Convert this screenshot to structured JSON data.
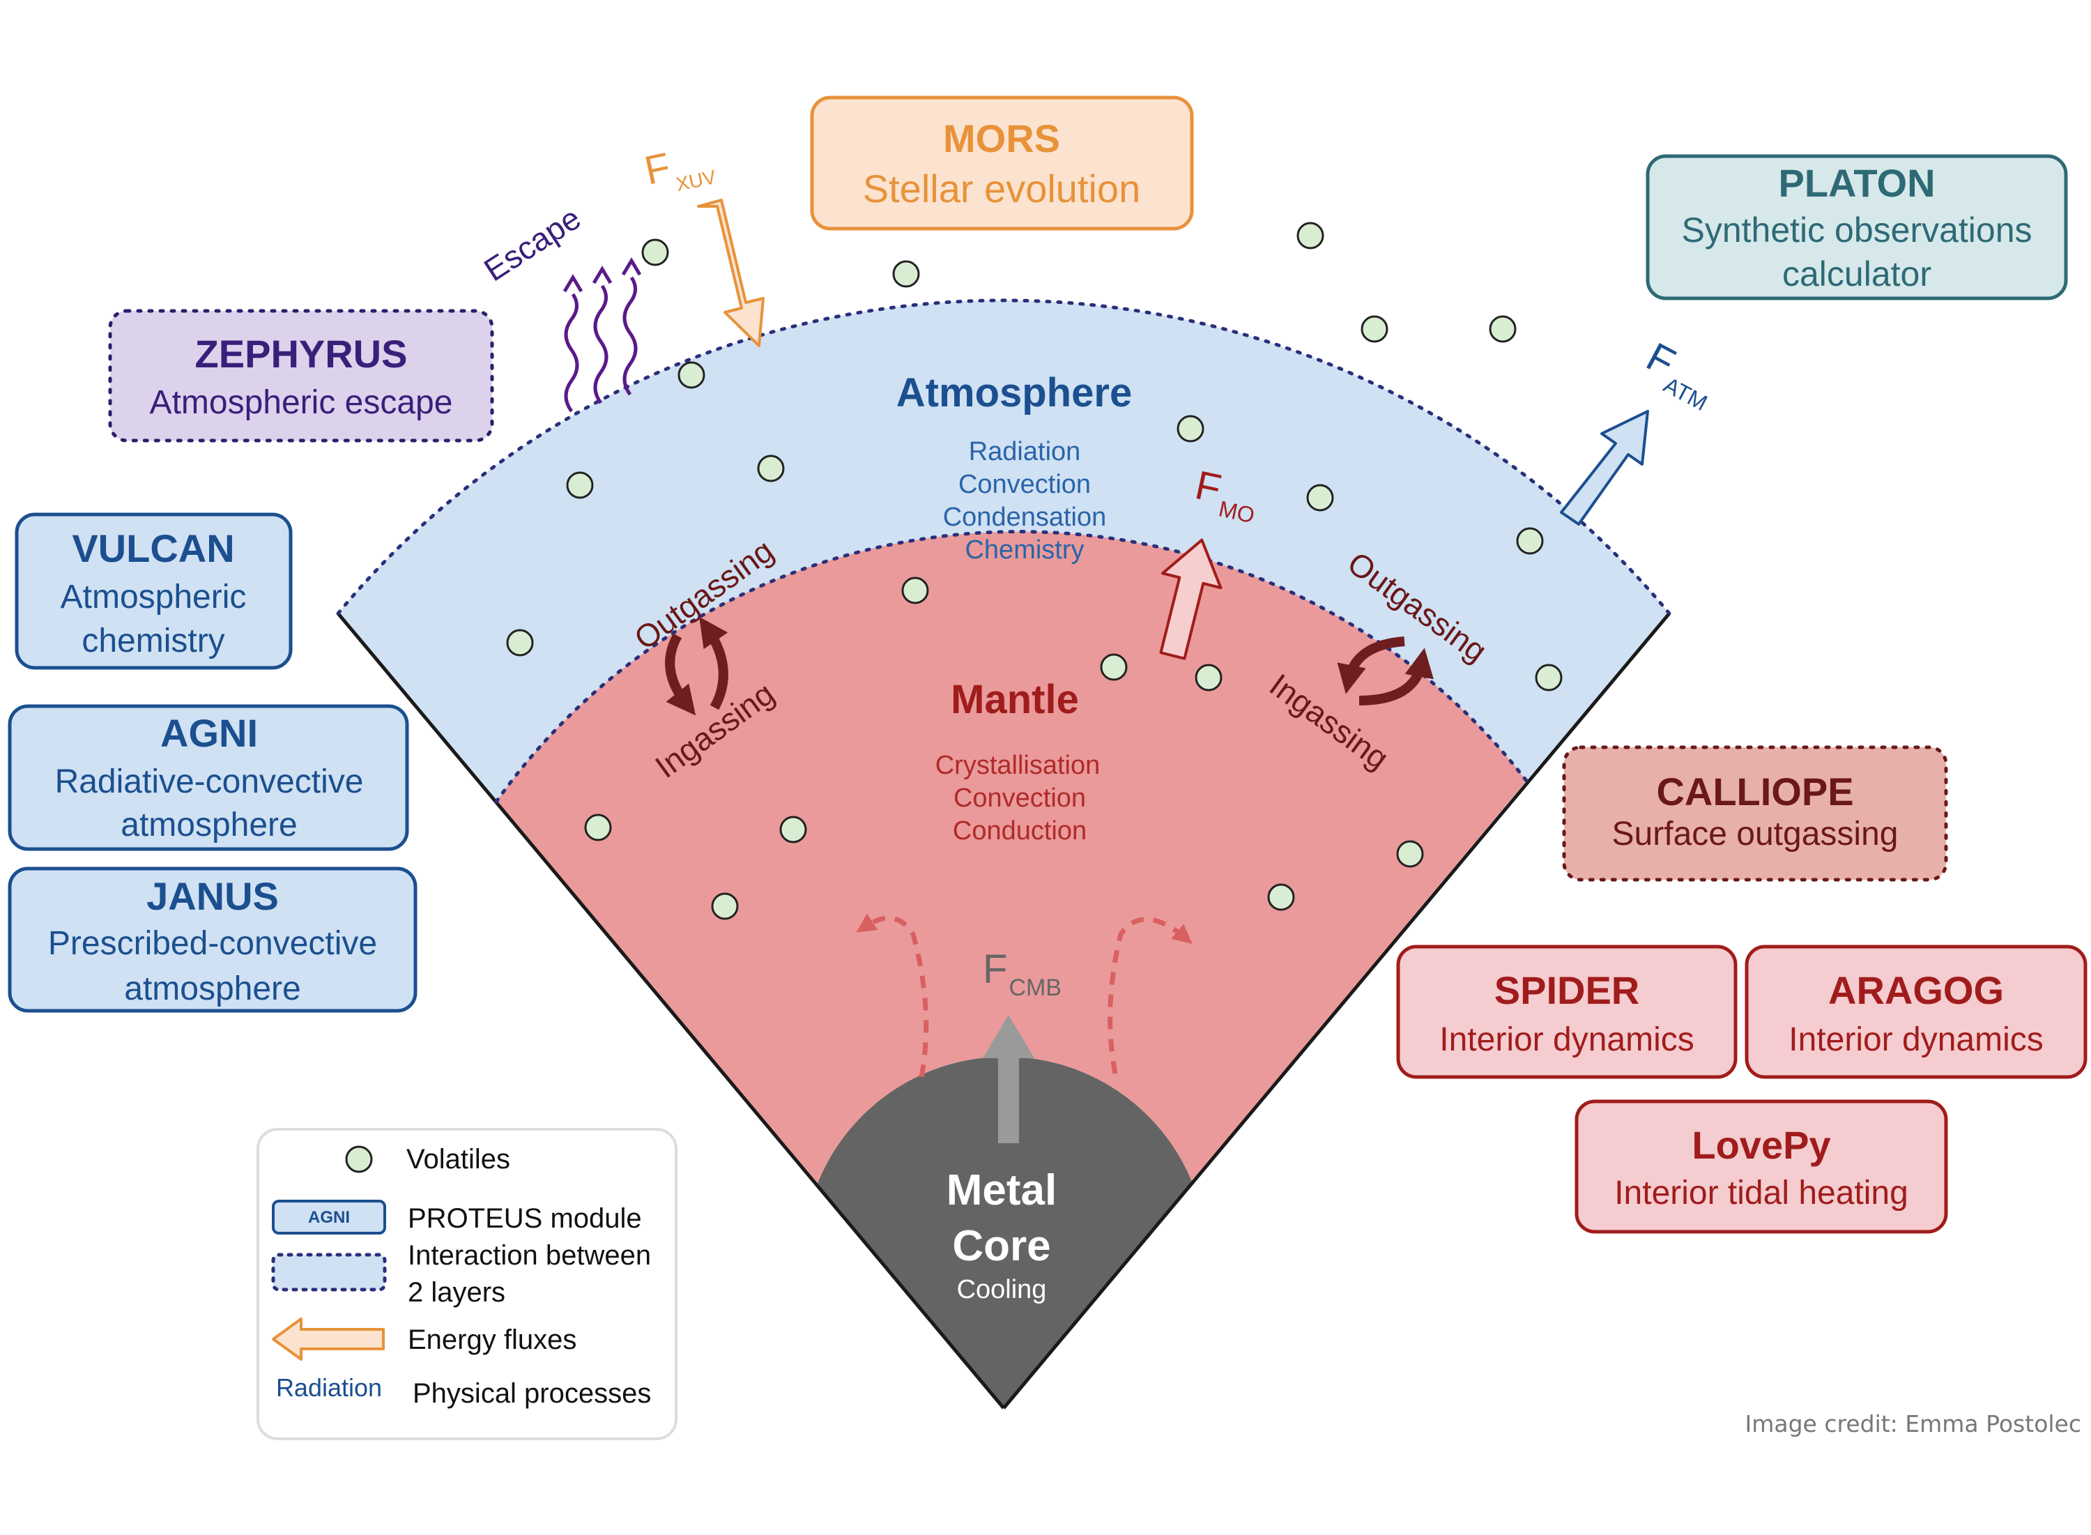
{
  "layers": {
    "atmosphere": {
      "title": "Atmosphere",
      "processes": [
        "Radiation",
        "Convection",
        "Condensation",
        "Chemistry"
      ]
    },
    "mantle": {
      "title": "Mantle",
      "processes": [
        "Crystallisation",
        "Convection",
        "Conduction"
      ]
    },
    "core": {
      "title_line1": "Metal",
      "title_line2": "Core",
      "process": "Cooling"
    }
  },
  "fluxes": {
    "xuv": {
      "main": "F",
      "sub": "XUV"
    },
    "mo": {
      "main": "F",
      "sub": "MO"
    },
    "atm": {
      "main": "F",
      "sub": "ATM"
    },
    "cmb": {
      "main": "F",
      "sub": "CMB"
    }
  },
  "exchange": {
    "outgassing": "Outgassing",
    "ingassing": "Ingassing",
    "escape": "Escape"
  },
  "modules": {
    "mors": {
      "name": "MORS",
      "line1": "Stellar evolution",
      "line2": ""
    },
    "platon": {
      "name": "PLATON",
      "line1": "Synthetic observations",
      "line2": "calculator"
    },
    "zephyrus": {
      "name": "ZEPHYRUS",
      "line1": "Atmospheric escape",
      "line2": ""
    },
    "vulcan": {
      "name": "VULCAN",
      "line1": "Atmospheric",
      "line2": "chemistry"
    },
    "agni": {
      "name": "AGNI",
      "line1": "Radiative-convective",
      "line2": "atmosphere"
    },
    "janus": {
      "name": "JANUS",
      "line1": "Prescribed-convective",
      "line2": "atmosphere"
    },
    "calliope": {
      "name": "CALLIOPE",
      "line1": "Surface outgassing",
      "line2": ""
    },
    "spider": {
      "name": "SPIDER",
      "line1": "Interior dynamics",
      "line2": ""
    },
    "aragog": {
      "name": "ARAGOG",
      "line1": "Interior dynamics",
      "line2": ""
    },
    "lovepy": {
      "name": "LovePy",
      "line1": "Interior tidal heating",
      "line2": ""
    }
  },
  "legend": {
    "volatiles": "Volatiles",
    "module_sample": "AGNI",
    "module": "PROTEUS module",
    "interaction_line1": "Interaction between",
    "interaction_line2": "2 layers",
    "energy": "Energy fluxes",
    "process_sample": "Radiation",
    "process": "Physical processes"
  },
  "credit": "Image credit: Emma Postolec",
  "colors": {
    "atmosphere_fill": "#cfe1f3",
    "mantle_fill": "#ea9a9a",
    "core_fill": "#646464",
    "blue_dark": "#1b4f8f",
    "red_dark": "#a01c1c",
    "purple": "#3a1f7a",
    "orange": "#e8923a",
    "teal": "#2e6a75",
    "volatile_fill": "#d9edd2"
  }
}
